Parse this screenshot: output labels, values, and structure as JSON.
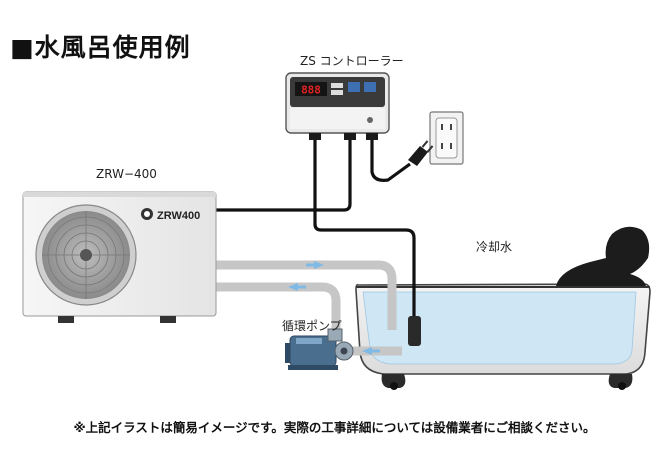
{
  "title": "■水風呂使用例",
  "labels": {
    "controller": "ZS コントローラー",
    "chiller": "ZRW−400",
    "chiller_badge": "ZRW400",
    "cold_water": "冷却水",
    "pump": "循環ポンプ"
  },
  "controller_display": {
    "readout": "888"
  },
  "footnote": "※上記イラストは簡易イメージです。実際の工事詳細については設備業者にご相談ください。",
  "colors": {
    "water": "#cfe6f5",
    "pipe": "#c8c8c8",
    "cable": "#111111",
    "flow_arrow": "#7fb9e6",
    "controller_led": "#e32222",
    "pump_body": "#4a6e8e"
  }
}
